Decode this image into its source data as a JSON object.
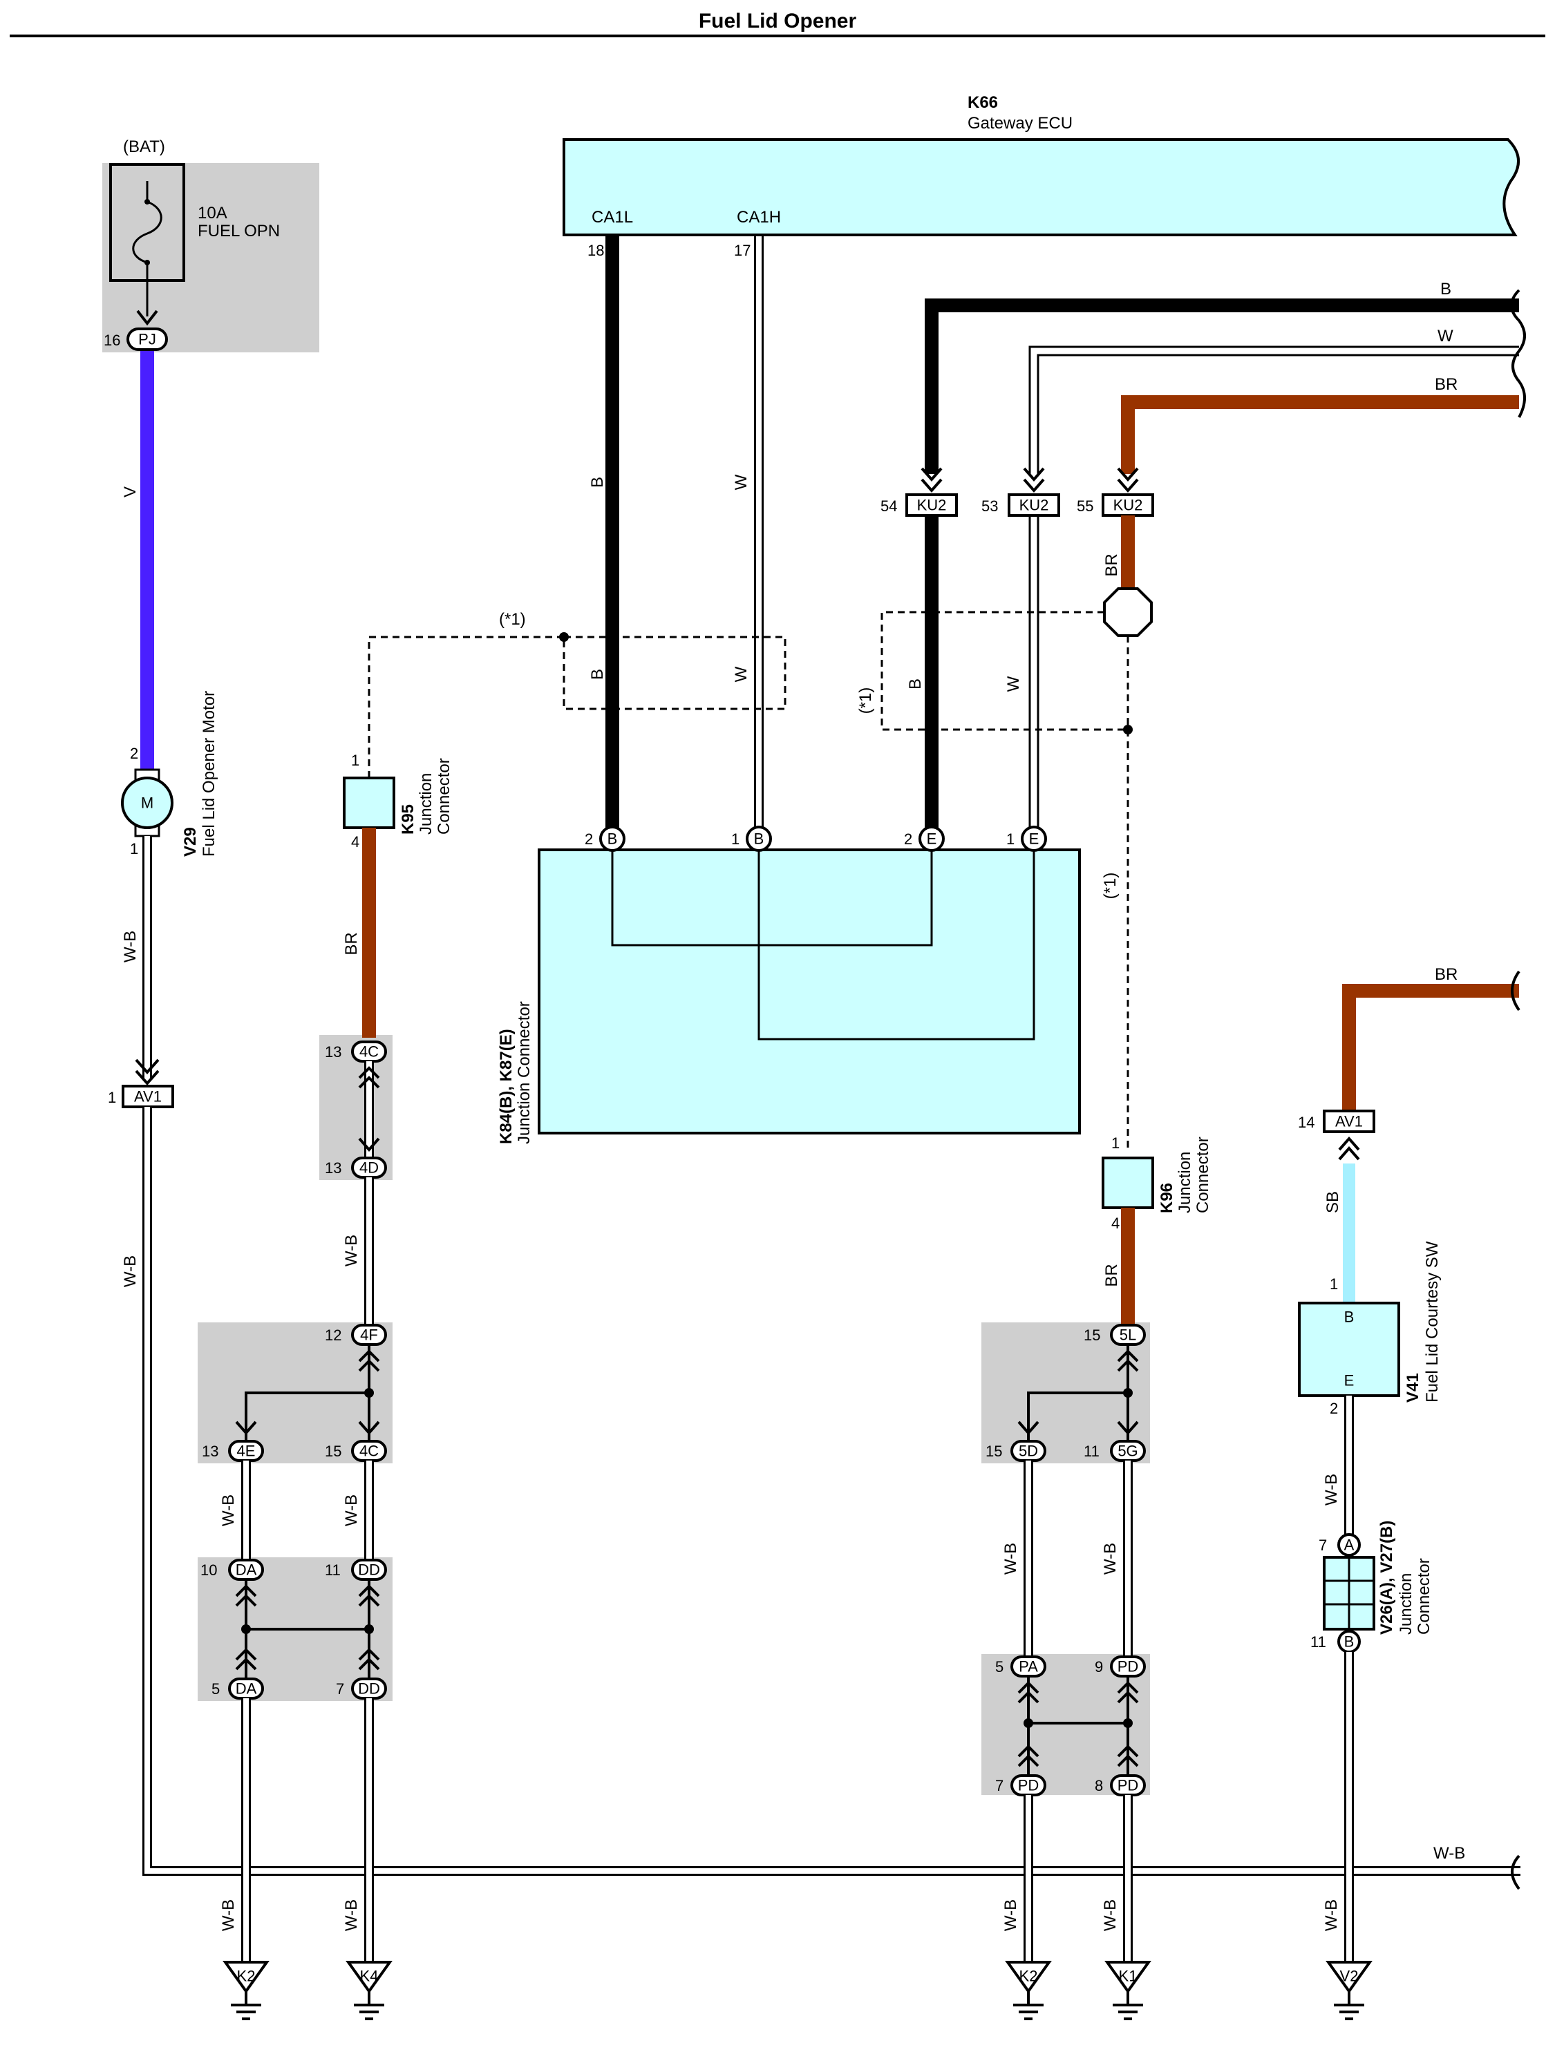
{
  "title": "Fuel Lid Opener",
  "colors": {
    "B": "#000000",
    "W": "#ffffff",
    "BR": "#993300",
    "V": "#4a1fff",
    "SB": "#a6f0ff",
    "W-B": "#ffffff",
    "highlight_box": "#cfcfcf",
    "component_fill": "#ccffff"
  },
  "icons": [
    "fuse-icon",
    "motor-icon",
    "ground-icon",
    "splice-icon",
    "male-terminal-icon",
    "female-terminal-icon",
    "wavy-break-icon"
  ],
  "bat_label": "(BAT)",
  "fuse": {
    "rating": "10A",
    "name": "FUEL OPN"
  },
  "pj": {
    "pin": "16",
    "name": "PJ"
  },
  "gateway": {
    "id": "K66",
    "name": "Gateway ECU",
    "ca1l": "CA1L",
    "ca1h": "CA1H",
    "pin18": "18",
    "pin17": "17"
  },
  "right_wires": {
    "b": "B",
    "w": "W",
    "br": "BR",
    "br2": "BR",
    "wb": "W-B"
  },
  "ku2": [
    {
      "pin": "54",
      "name": "KU2"
    },
    {
      "pin": "53",
      "name": "KU2"
    },
    {
      "pin": "55",
      "name": "KU2"
    }
  ],
  "star1": "(*1)",
  "motor": {
    "id": "V29",
    "name": "Fuel Lid Opener Motor",
    "symbol": "M",
    "pin_top": "2",
    "pin_bottom": "1"
  },
  "k95": {
    "id": "K95",
    "name1": "Junction",
    "name2": "Connector",
    "pin_top": "1",
    "pin_bottom": "4"
  },
  "k84": {
    "id": "K84(B), K87(E)",
    "name": "Junction Connector",
    "pins": [
      {
        "num": "2",
        "name": "B"
      },
      {
        "num": "1",
        "name": "B"
      },
      {
        "num": "2",
        "name": "E"
      },
      {
        "num": "1",
        "name": "E"
      }
    ]
  },
  "k96": {
    "id": "K96",
    "name1": "Junction",
    "name2": "Connector",
    "pin_top": "1",
    "pin_bottom": "4"
  },
  "v41": {
    "id": "V41",
    "name": "Fuel Lid Courtesy SW",
    "pin_b": "B",
    "pin_e": "E",
    "num_top": "1",
    "num_bottom": "2"
  },
  "v26": {
    "id": "V26(A), V27(B)",
    "name1": "Junction",
    "name2": "Connector",
    "pin_a": "A",
    "pin_b": "B",
    "num_a": "7",
    "num_b": "11"
  },
  "av1_left": {
    "pin": "1",
    "name": "AV1"
  },
  "av1_right": {
    "pin": "14",
    "name": "AV1"
  },
  "wire_labels": {
    "V": "V",
    "WB": "W-B",
    "BR": "BR",
    "B": "B",
    "W": "W",
    "SB": "SB"
  },
  "inline": {
    "c4c_top": {
      "pin": "13",
      "name": "4C"
    },
    "c4d": {
      "pin": "13",
      "name": "4D"
    },
    "c4f": {
      "pin": "12",
      "name": "4F"
    },
    "c4e": {
      "pin": "13",
      "name": "4E"
    },
    "c4c_bot": {
      "pin": "15",
      "name": "4C"
    },
    "da_top": {
      "pin": "10",
      "name": "DA"
    },
    "dd_top": {
      "pin": "11",
      "name": "DD"
    },
    "da_bot": {
      "pin": "5",
      "name": "DA"
    },
    "dd_bot": {
      "pin": "7",
      "name": "DD"
    },
    "c5l": {
      "pin": "15",
      "name": "5L"
    },
    "c5d": {
      "pin": "15",
      "name": "5D"
    },
    "c5g": {
      "pin": "11",
      "name": "5G"
    },
    "pa": {
      "pin": "5",
      "name": "PA"
    },
    "pd_top": {
      "pin": "9",
      "name": "PD"
    },
    "pd_bl": {
      "pin": "7",
      "name": "PD"
    },
    "pd_br": {
      "pin": "8",
      "name": "PD"
    }
  },
  "grounds": [
    "K2",
    "K4",
    "K2",
    "K1",
    "V2"
  ]
}
